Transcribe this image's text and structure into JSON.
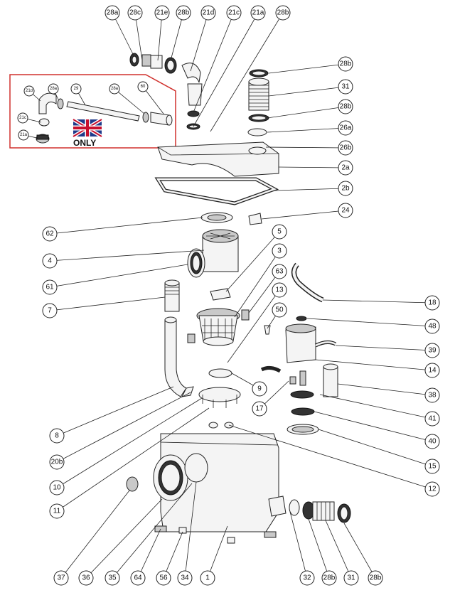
{
  "diagram": {
    "title": "",
    "uk_inset": {
      "only_text": "ONLY",
      "labels": [
        "21d",
        "28a",
        "29",
        "28a",
        "60",
        "21c",
        "21a"
      ],
      "border_color": "#d0312d"
    },
    "callouts": [
      "28a",
      "28c",
      "21e",
      "28b",
      "21d",
      "21c",
      "21a",
      "28b",
      "28b",
      "31",
      "28b",
      "26a",
      "26b",
      "2a",
      "2b",
      "24",
      "62",
      "5",
      "4",
      "3",
      "61",
      "63",
      "13",
      "7",
      "50",
      "18",
      "48",
      "39",
      "14",
      "9",
      "38",
      "17",
      "41",
      "40",
      "15",
      "12",
      "8",
      "20b",
      "10",
      "11",
      "37",
      "36",
      "35",
      "64",
      "56",
      "34",
      "1",
      "32",
      "28b",
      "31",
      "28b"
    ],
    "colors": {
      "line": "#222222",
      "flag_blue": "#1f3a8a",
      "flag_red": "#c8102e",
      "inset_border": "#d0312d"
    }
  }
}
